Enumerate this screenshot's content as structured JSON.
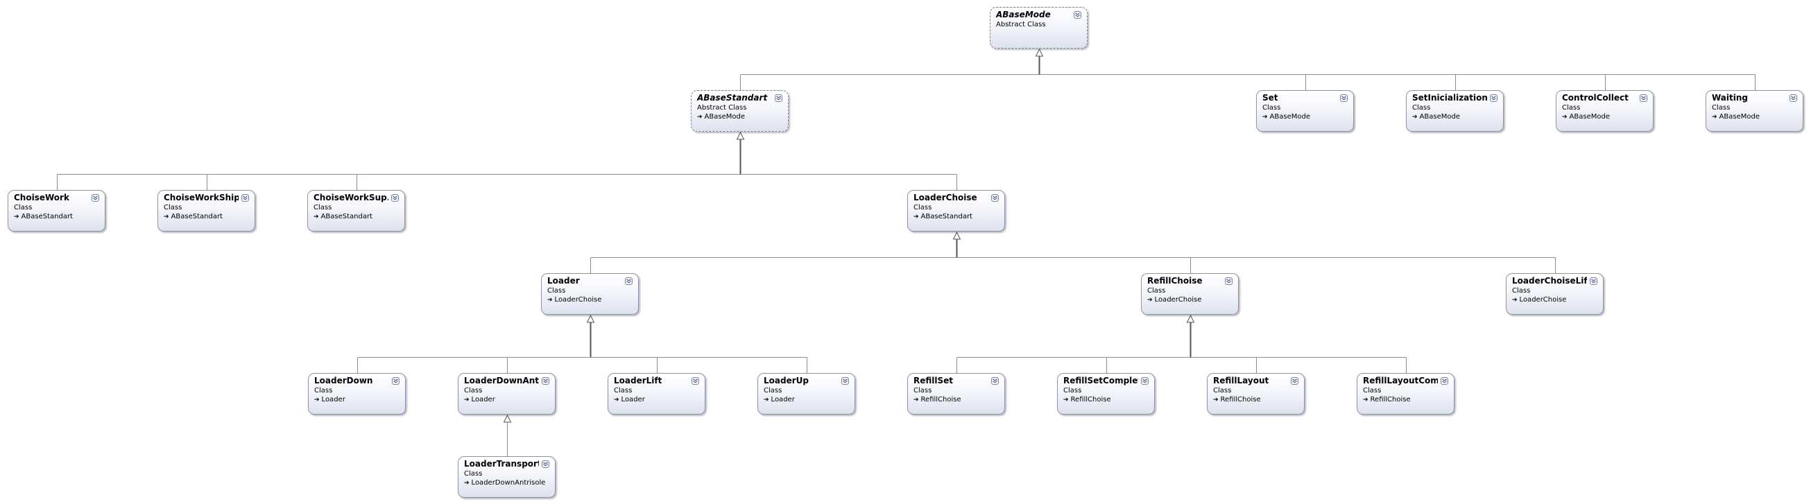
{
  "diagram": {
    "type": "class-diagram",
    "classes": [
      {
        "id": "ABaseMode",
        "name": "ABaseMode",
        "kind": "Abstract Class",
        "base": "",
        "abstract": true
      },
      {
        "id": "ABaseStandart",
        "name": "ABaseStandart",
        "kind": "Abstract Class",
        "base": "ABaseMode",
        "abstract": true
      },
      {
        "id": "Set",
        "name": "Set",
        "kind": "Class",
        "base": "ABaseMode"
      },
      {
        "id": "SetInicialization",
        "name": "SetInicialization",
        "kind": "Class",
        "base": "ABaseMode"
      },
      {
        "id": "ControlCollect",
        "name": "ControlCollect",
        "kind": "Class",
        "base": "ABaseMode"
      },
      {
        "id": "Waiting",
        "name": "Waiting",
        "kind": "Class",
        "base": "ABaseMode"
      },
      {
        "id": "ChoiseWork",
        "name": "ChoiseWork",
        "kind": "Class",
        "base": "ABaseStandart"
      },
      {
        "id": "ChoiseWorkShip",
        "name": "ChoiseWorkShip...",
        "kind": "Class",
        "base": "ABaseStandart"
      },
      {
        "id": "ChoiseWorkSup",
        "name": "ChoiseWorkSup...",
        "kind": "Class",
        "base": "ABaseStandart"
      },
      {
        "id": "LoaderChoise",
        "name": "LoaderChoise",
        "kind": "Class",
        "base": "ABaseStandart"
      },
      {
        "id": "Loader",
        "name": "Loader",
        "kind": "Class",
        "base": "LoaderChoise"
      },
      {
        "id": "RefillChoise",
        "name": "RefillChoise",
        "kind": "Class",
        "base": "LoaderChoise"
      },
      {
        "id": "LoaderChoiseLift",
        "name": "LoaderChoiseLift",
        "kind": "Class",
        "base": "LoaderChoise"
      },
      {
        "id": "LoaderDown",
        "name": "LoaderDown",
        "kind": "Class",
        "base": "Loader"
      },
      {
        "id": "LoaderDownAnt",
        "name": "LoaderDownAnt...",
        "kind": "Class",
        "base": "Loader"
      },
      {
        "id": "LoaderLift",
        "name": "LoaderLift",
        "kind": "Class",
        "base": "Loader"
      },
      {
        "id": "LoaderUp",
        "name": "LoaderUp",
        "kind": "Class",
        "base": "Loader"
      },
      {
        "id": "RefillSet",
        "name": "RefillSet",
        "kind": "Class",
        "base": "RefillChoise"
      },
      {
        "id": "RefillSetComplete",
        "name": "RefillSetComplete",
        "kind": "Class",
        "base": "RefillChoise"
      },
      {
        "id": "RefillLayout",
        "name": "RefillLayout",
        "kind": "Class",
        "base": "RefillChoise"
      },
      {
        "id": "RefillLayoutCom",
        "name": "RefillLayoutCom...",
        "kind": "Class",
        "base": "RefillChoise"
      },
      {
        "id": "LoaderTransport",
        "name": "LoaderTransport",
        "kind": "Class",
        "base": "LoaderDownAntrisole"
      }
    ],
    "inheritance": [
      {
        "parent": "ABaseMode",
        "children": [
          "ABaseStandart",
          "Set",
          "SetInicialization",
          "ControlCollect",
          "Waiting"
        ]
      },
      {
        "parent": "ABaseStandart",
        "children": [
          "ChoiseWork",
          "ChoiseWorkShip",
          "ChoiseWorkSup",
          "LoaderChoise"
        ]
      },
      {
        "parent": "LoaderChoise",
        "children": [
          "Loader",
          "RefillChoise",
          "LoaderChoiseLift"
        ]
      },
      {
        "parent": "Loader",
        "children": [
          "LoaderDown",
          "LoaderDownAnt",
          "LoaderLift",
          "LoaderUp"
        ]
      },
      {
        "parent": "RefillChoise",
        "children": [
          "RefillSet",
          "RefillSetComplete",
          "RefillLayout",
          "RefillLayoutCom"
        ]
      },
      {
        "parent": "LoaderDownAnt",
        "children": [
          "LoaderTransport"
        ]
      }
    ],
    "colors": {
      "line": "#8c8c8c",
      "border": "#8e94ab"
    }
  }
}
